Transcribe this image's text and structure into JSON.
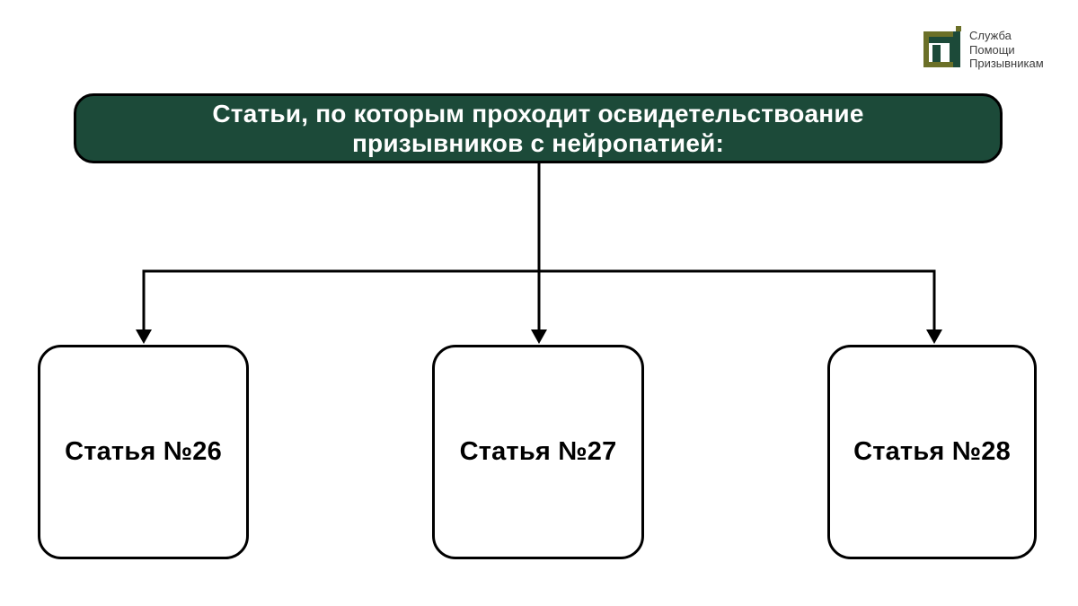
{
  "logo": {
    "lines": [
      "Служба",
      "Помощи",
      "Призывникам"
    ],
    "colors": {
      "olive": "#6b7028",
      "green": "#1c4a39",
      "text": "#3d3d3d"
    }
  },
  "header": {
    "title_lines": [
      "Статьи, по которым проходит освидетельствоание",
      "призывников с нейропатией:"
    ],
    "bg_color": "#1c4a39",
    "text_color": "#ffffff",
    "border_color": "#000000"
  },
  "diagram": {
    "connector_color": "#000000",
    "nodes": [
      {
        "label": "Статья №26"
      },
      {
        "label": "Статья №27"
      },
      {
        "label": "Статья №28"
      }
    ]
  }
}
